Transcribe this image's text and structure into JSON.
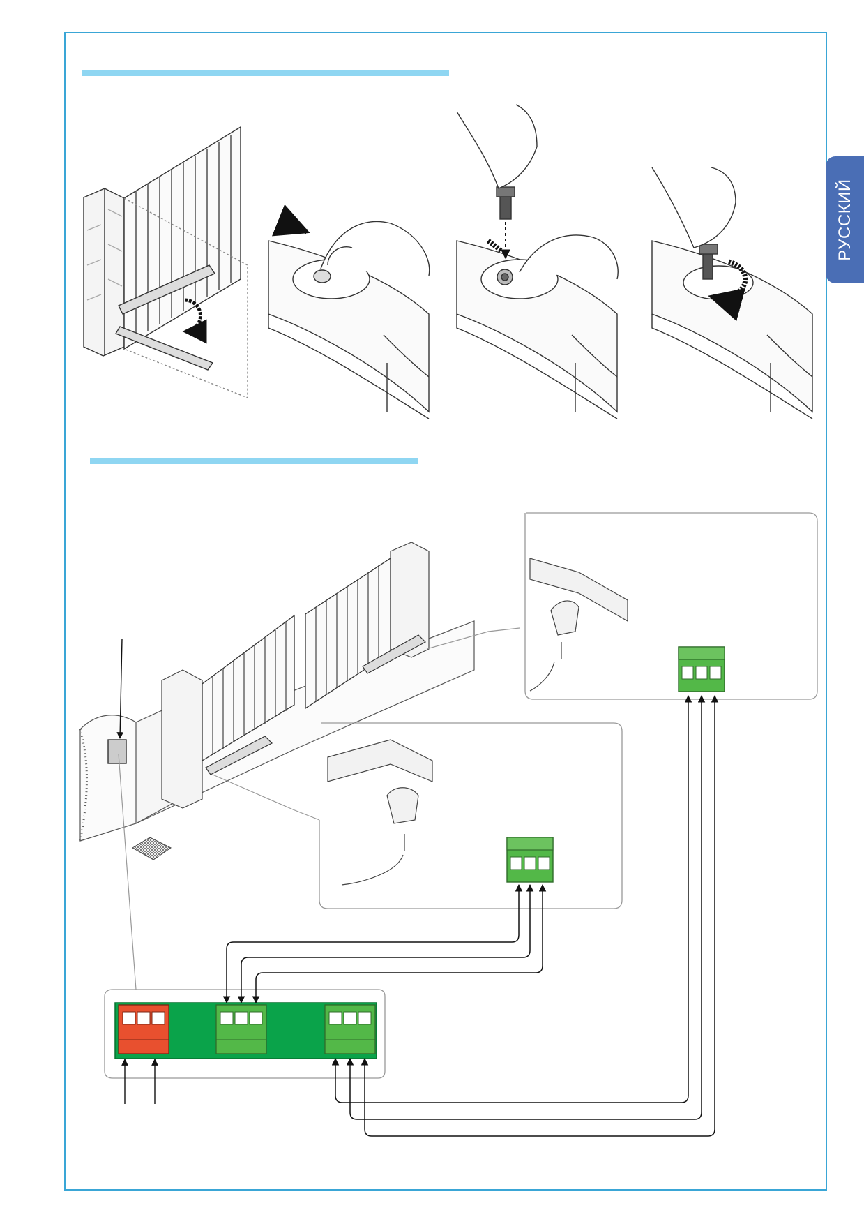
{
  "language_tab": {
    "label": "РУССКИЙ"
  },
  "colors": {
    "frame": "#3aa6d6",
    "heading_bar": "#8fd6f2",
    "language_tab": "#4a6eb5",
    "board": "#0aa34a",
    "terminal_green": "#53b848",
    "terminal_red": "#e8502f"
  },
  "illustrations": [
    {
      "name": "gate-operator-release-overview",
      "icon": "swing-gate-with-operators-icon"
    },
    {
      "name": "step-lift-cover",
      "icon": "hand-lifting-cover-icon"
    },
    {
      "name": "step-insert-key",
      "icon": "hand-inserting-key-icon"
    },
    {
      "name": "step-turn-key",
      "icon": "hand-turning-key-icon"
    },
    {
      "name": "wiring-diagram",
      "icon": "gate-wiring-diagram-icon"
    }
  ]
}
